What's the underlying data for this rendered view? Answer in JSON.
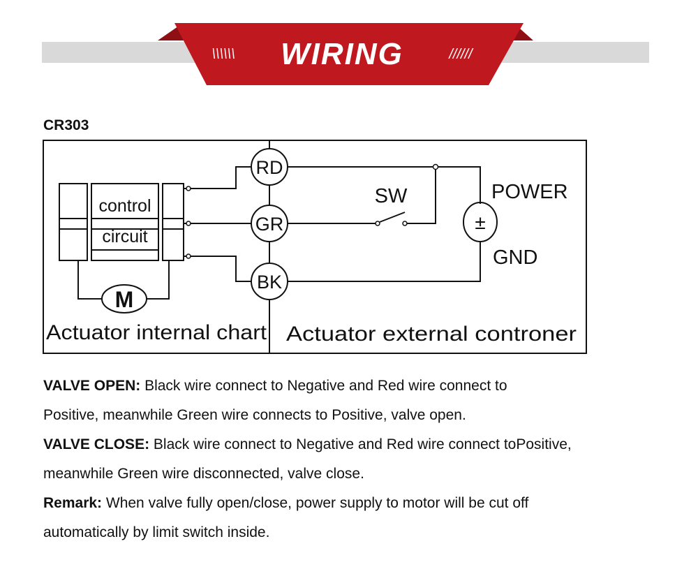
{
  "header": {
    "title": "WIRING",
    "left_deco": "\\\\\\\\\\\\",
    "right_deco": "//////",
    "accent_color": "#c0181f",
    "bar_color": "#d9d9d9"
  },
  "diagram": {
    "model": "CR303",
    "internal": {
      "label_line1": "control",
      "label_line2": "circuit",
      "motor": "M",
      "caption": "Actuator internal chart"
    },
    "terminals": [
      "RD",
      "GR",
      "BK"
    ],
    "switch_label": "SW",
    "power_symbol": "±",
    "power_label": "POWER",
    "gnd_label": "GND",
    "external_caption": "Actuator external controner"
  },
  "notes": [
    {
      "label": "VALVE OPEN:",
      "line1": " Black wire connect to Negative and Red wire connect to",
      "line2": "Positive, meanwhile Green wire connects to Positive, valve open."
    },
    {
      "label": "VALVE CLOSE:",
      "line1": " Black wire connect to Negative and Red wire connect toPositive,",
      "line2": "meanwhile Green wire disconnected, valve close."
    },
    {
      "label": "Remark:",
      "line1": " When valve fully open/close, power supply to motor will be cut off",
      "line2": "automatically by limit switch inside."
    }
  ]
}
